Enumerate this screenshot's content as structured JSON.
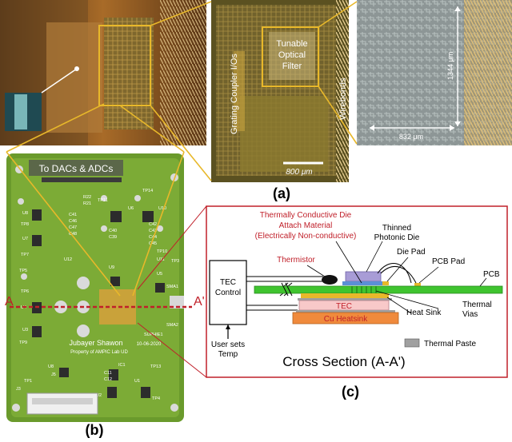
{
  "panels": {
    "a": {
      "label": "(a)"
    },
    "b": {
      "label": "(b)"
    },
    "c": {
      "label": "(c)"
    }
  },
  "photo_a": {
    "label_grating": "Grating Coupler I/Os",
    "label_filter": [
      "Tunable",
      "Optical",
      "Filter"
    ],
    "label_wirebonds": "Wirebonds",
    "scale_bar": "800 μm",
    "dim_width": "832 μm",
    "dim_height": "1344 μm"
  },
  "board": {
    "dac_label": "To DACs & ADCs",
    "section_start": "A",
    "section_end": "A'",
    "author": "Jubayer Shawon",
    "date": "10-06-2020",
    "property": "Property of AMPIC Lab UD",
    "silkscreen": [
      "TP11",
      "R22",
      "R21",
      "U8",
      "TP8",
      "U7",
      "TP14",
      "TP7",
      "TP5",
      "U4",
      "TP6",
      "TP9",
      "U3",
      "U6",
      "U10",
      "C41",
      "C42",
      "C43",
      "C46",
      "C47",
      "C48",
      "U12",
      "U11",
      "C40",
      "C44",
      "C39",
      "C45",
      "U5",
      "TP10",
      "U9",
      "SUPHIE1",
      "U8",
      "TP1",
      "J3",
      "U2",
      "U1",
      "TP4",
      "TP3",
      "SMA1",
      "SMA2",
      "C11",
      "C12",
      "J5",
      "IC1",
      "TP13"
    ]
  },
  "cross_section": {
    "title": "Cross Section (A-A')",
    "die_attach": [
      "Thermally Conductive Die",
      "Attach Material",
      "(Electrically Non-conductive)"
    ],
    "thinned_die": [
      "Thinned",
      "Photonic Die"
    ],
    "die_pad": "Die Pad",
    "pcb_pad": "PCB Pad",
    "pcb": "PCB",
    "thermistor": "Thermistor",
    "tec_control": [
      "TEC",
      "Control"
    ],
    "tec": "TEC",
    "cu_heatsink": "Cu Heatsink",
    "heat_sink": "Heat Sink",
    "thermal_vias": [
      "Thermal",
      "Vias"
    ],
    "user_sets": [
      "User sets",
      "Temp"
    ],
    "thermal_paste": "Thermal Paste",
    "colors": {
      "frame": "#c0202a",
      "pcb": "#3fc42f",
      "tec": "#f8c9c9",
      "cu": "#f08a3c",
      "die": "#a89cd6",
      "accent": "#e8b82a"
    }
  }
}
